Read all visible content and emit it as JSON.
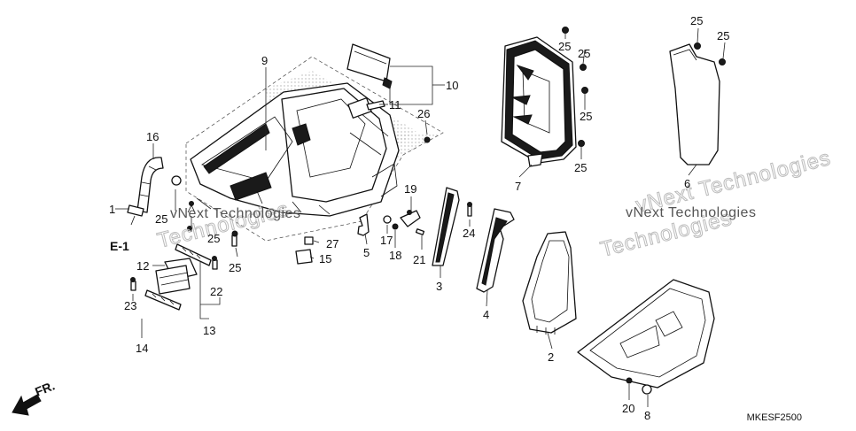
{
  "diagram": {
    "callouts": [
      "1",
      "2",
      "3",
      "4",
      "5",
      "6",
      "7",
      "8",
      "9",
      "10",
      "11",
      "12",
      "13",
      "14",
      "15",
      "16",
      "17",
      "18",
      "19",
      "20",
      "21",
      "22",
      "23",
      "24",
      "25",
      "26",
      "27"
    ],
    "reference_label": "E-1",
    "direction_label": "FR.",
    "diagram_code": "MKESF2500",
    "watermark_text": "vNext Technologies",
    "watermark_ghost_word": "Technologies"
  }
}
